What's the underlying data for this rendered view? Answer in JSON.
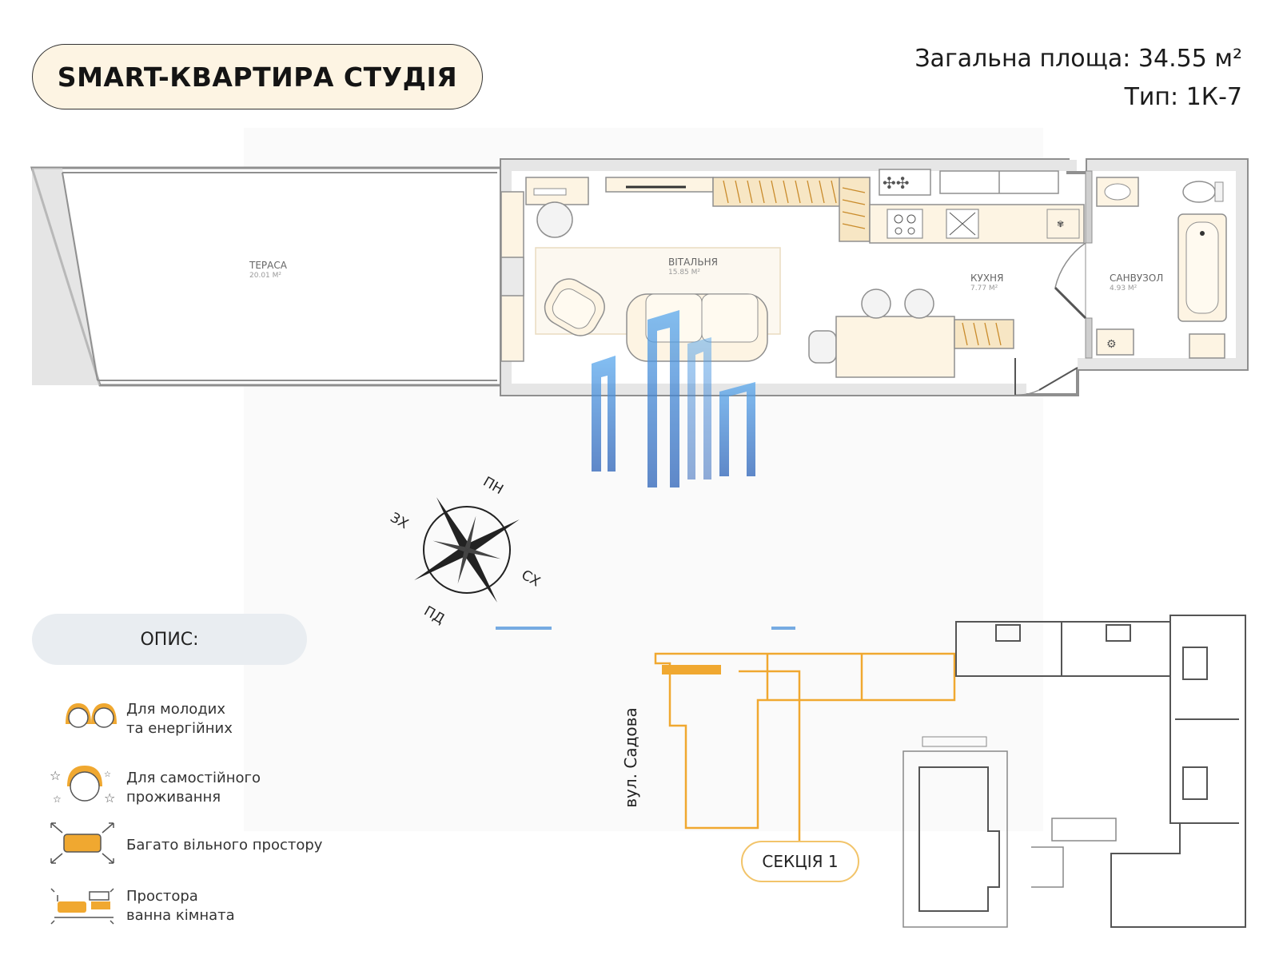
{
  "header": {
    "title": "SMART-КВАРТИРА СТУДІЯ",
    "total_area": "Загальна площа: 34.55 м²",
    "type": "Тип: 1К-7"
  },
  "rooms": {
    "terrace": {
      "name": "ТЕРАСА",
      "area": "20.01 М²"
    },
    "living": {
      "name": "ВІТАЛЬНЯ",
      "area": "15.85 М²"
    },
    "kitchen": {
      "name": "КУХНЯ",
      "area": "7.77 М²"
    },
    "bathroom": {
      "name": "САНВУЗОЛ",
      "area": "4.93 М²"
    }
  },
  "compass": {
    "north": "ПН",
    "east": "СХ",
    "south": "ПД",
    "west": "ЗХ"
  },
  "description": {
    "heading": "ОПИС:",
    "features": [
      {
        "icon": "two-people-icon",
        "text": "Для молодих\nта енергійних"
      },
      {
        "icon": "single-person-stars-icon",
        "text": "Для самостійного\nпроживання"
      },
      {
        "icon": "expand-space-icon",
        "text": "Багато вільного простору"
      },
      {
        "icon": "bathtub-sink-icon",
        "text": "Простора\nванна кімната"
      }
    ]
  },
  "site_plan": {
    "street": "вул. Садова",
    "section": "СЕКЦІЯ 1"
  },
  "colors": {
    "accent_orange": "#f0a830",
    "light_orange": "#f7d9a0",
    "cream": "#fdf4e3",
    "wall_gray": "#8f8f8f",
    "watermark_blue": "#4a90d9"
  }
}
